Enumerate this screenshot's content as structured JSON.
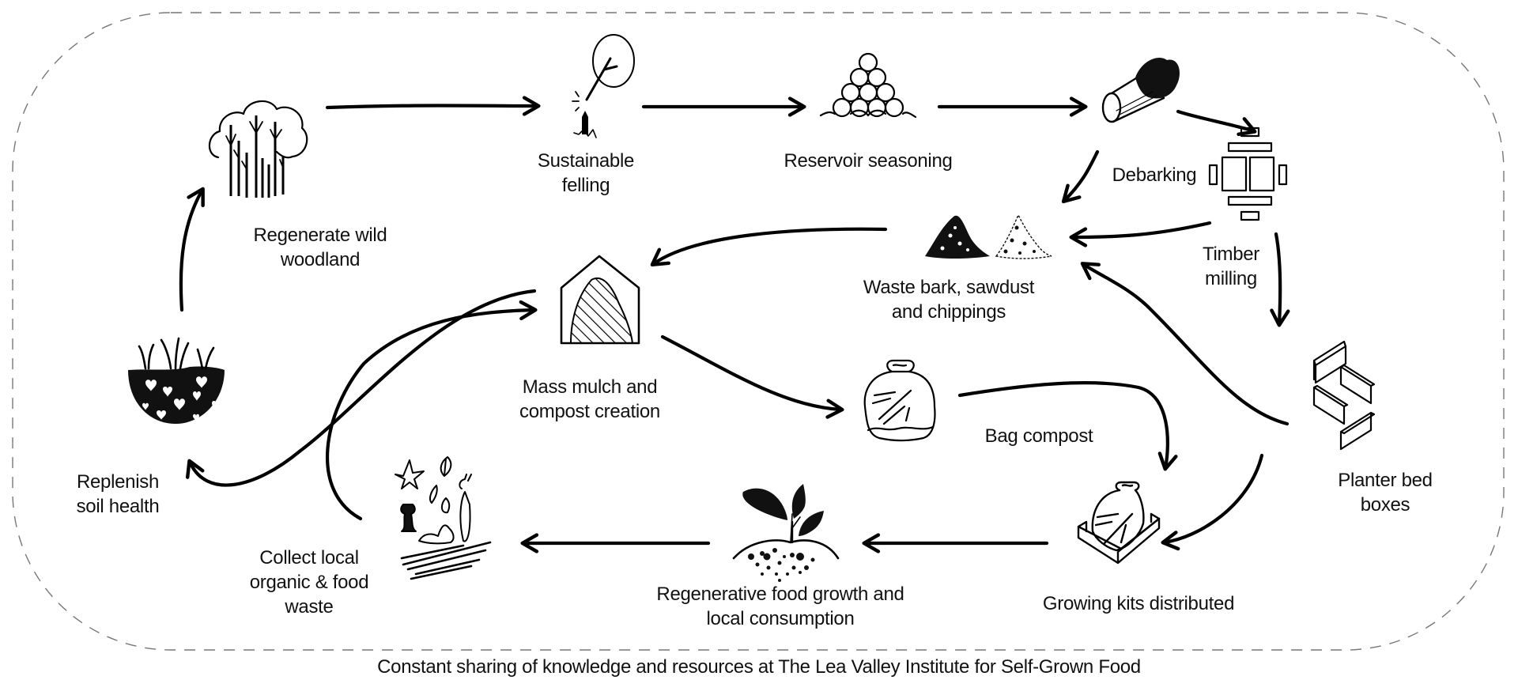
{
  "diagram": {
    "type": "process-cycle",
    "caption": "Constant sharing of knowledge and resources at The Lea Valley Institute for Self-Grown Food",
    "colors": {
      "ink": "#000000",
      "boundary": "#777777",
      "background": "#ffffff"
    },
    "nodes": [
      {
        "id": "woodland",
        "icon": "trees-icon",
        "lines": [
          "Regenerate wild",
          "woodland"
        ]
      },
      {
        "id": "felling",
        "icon": "felling-axe-icon",
        "lines": [
          "Sustainable",
          "felling"
        ]
      },
      {
        "id": "seasoning",
        "icon": "log-pile-icon",
        "lines": [
          "Reservoir seasoning"
        ]
      },
      {
        "id": "debarking",
        "icon": "bark-log-icon",
        "lines": [
          "Debarking"
        ]
      },
      {
        "id": "milling",
        "icon": "sawn-timber-icon",
        "lines": [
          "Timber",
          "milling"
        ]
      },
      {
        "id": "waste",
        "icon": "sawdust-pile-icon",
        "lines": [
          "Waste bark, sawdust",
          "and chippings"
        ]
      },
      {
        "id": "mulch",
        "icon": "compost-shed-icon",
        "lines": [
          "Mass mulch and",
          "compost creation"
        ]
      },
      {
        "id": "bag",
        "icon": "compost-bag-icon",
        "lines": [
          "Bag compost"
        ]
      },
      {
        "id": "planter",
        "icon": "planter-boards-icon",
        "lines": [
          "Planter bed",
          "boxes"
        ]
      },
      {
        "id": "kits",
        "icon": "growing-kit-icon",
        "lines": [
          "Growing kits distributed"
        ]
      },
      {
        "id": "food",
        "icon": "seedling-icon",
        "lines": [
          "Regenerative food growth and",
          "local consumption"
        ]
      },
      {
        "id": "collect",
        "icon": "organic-waste-icon",
        "lines": [
          "Collect local",
          "organic & food",
          "waste"
        ]
      },
      {
        "id": "soil",
        "icon": "soil-hearts-icon",
        "lines": [
          "Replenish",
          "soil health"
        ]
      }
    ],
    "edges": [
      {
        "from": "woodland",
        "to": "felling"
      },
      {
        "from": "felling",
        "to": "seasoning"
      },
      {
        "from": "seasoning",
        "to": "debarking"
      },
      {
        "from": "debarking",
        "to": "milling"
      },
      {
        "from": "debarking",
        "to": "waste"
      },
      {
        "from": "milling",
        "to": "waste"
      },
      {
        "from": "milling",
        "to": "planter"
      },
      {
        "from": "planter",
        "to": "waste"
      },
      {
        "from": "planter",
        "to": "kits"
      },
      {
        "from": "waste",
        "to": "mulch"
      },
      {
        "from": "mulch",
        "to": "bag"
      },
      {
        "from": "mulch",
        "to": "soil"
      },
      {
        "from": "bag",
        "to": "kits"
      },
      {
        "from": "kits",
        "to": "food"
      },
      {
        "from": "food",
        "to": "collect"
      },
      {
        "from": "collect",
        "to": "mulch"
      },
      {
        "from": "soil",
        "to": "woodland"
      }
    ]
  }
}
